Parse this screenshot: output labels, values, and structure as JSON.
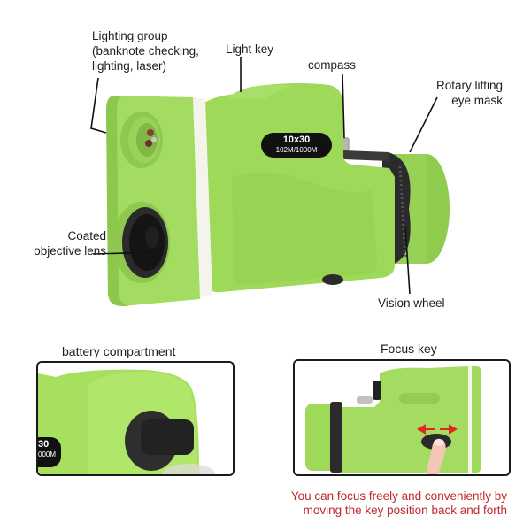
{
  "product": {
    "badge_line1": "10x30",
    "badge_line2": "102M/1000M",
    "body_color": "#9ed95a",
    "body_shadow": "#7fbf3c",
    "stripe_color": "#f4f4ec",
    "rubber_color": "#2b2b2b"
  },
  "callouts": {
    "lighting_group": [
      "Lighting group",
      "(banknote checking,",
      "lighting, laser)"
    ],
    "light_key": "Light key",
    "compass": "compass",
    "eye_mask": [
      "Rotary lifting",
      "eye mask"
    ],
    "objective_lens": [
      "Coated",
      "objective lens"
    ],
    "vision_wheel": "Vision wheel"
  },
  "panels": {
    "battery": {
      "title": "battery compartment",
      "badge_partial_line1": "30",
      "badge_partial_line2": "000M"
    },
    "focus": {
      "title": "Focus key",
      "caption_line1": "You can focus freely and conveniently by",
      "caption_line2": "moving the key position back and forth",
      "arrow_color": "#e0281e",
      "caption_color": "#c0282e"
    }
  }
}
